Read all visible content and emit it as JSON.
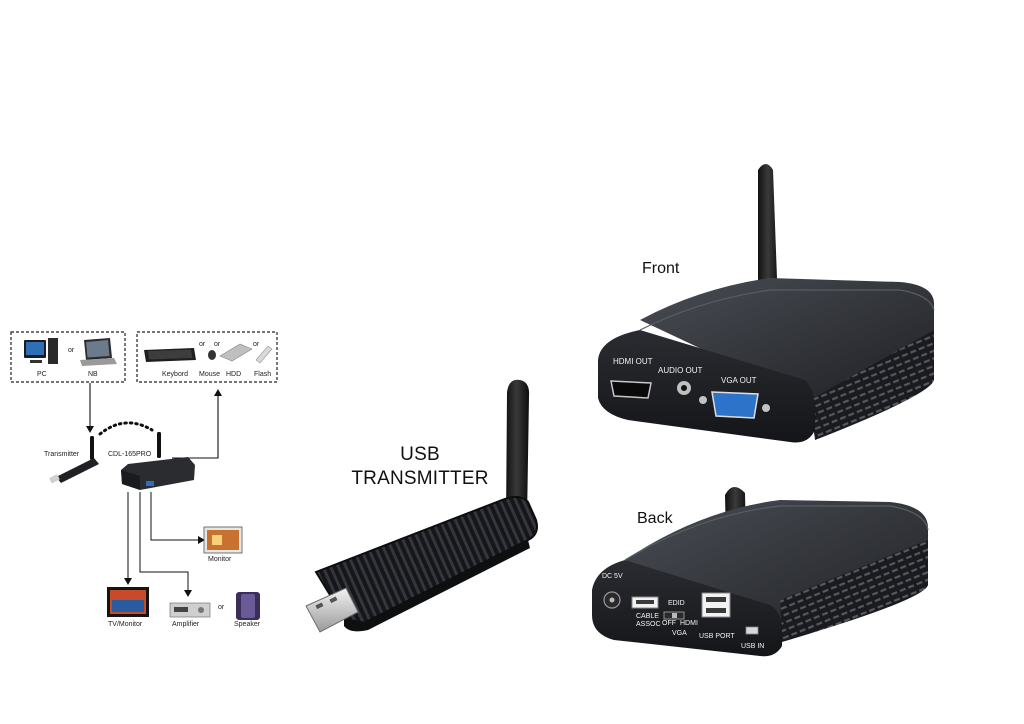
{
  "diagram": {
    "source_group": {
      "pc": "PC",
      "or": "or",
      "nb": "NB"
    },
    "peripheral_group": {
      "keyboard": "Keybord",
      "or1": "or",
      "mouse": "Mouse",
      "or2": "or",
      "hdd": "HDD",
      "or3": "or",
      "flash": "Flash"
    },
    "transmitter": "Transmitter",
    "receiver": "CDL-165PRO",
    "monitor": "Monitor",
    "tv_monitor": "TV/Monitor",
    "amplifier": "Amplifier",
    "or": "or",
    "speaker": "Speaker"
  },
  "usb_transmitter": {
    "line1": "USB",
    "line2": "TRANSMITTER"
  },
  "front": {
    "title": "Front",
    "ports": {
      "hdmi_out": "HDMI OUT",
      "audio_out": "AUDIO OUT",
      "vga_out": "VGA OUT"
    }
  },
  "back": {
    "title": "Back",
    "ports": {
      "dc": "DC 5V",
      "cable_assoc_1": "CABLE",
      "cable_assoc_2": "ASSOC",
      "edid": "EDID",
      "off": "OFF",
      "hdmi": "HDMI",
      "vga": "VGA",
      "usb_port": "USB PORT",
      "usb_in": "USB IN"
    }
  }
}
